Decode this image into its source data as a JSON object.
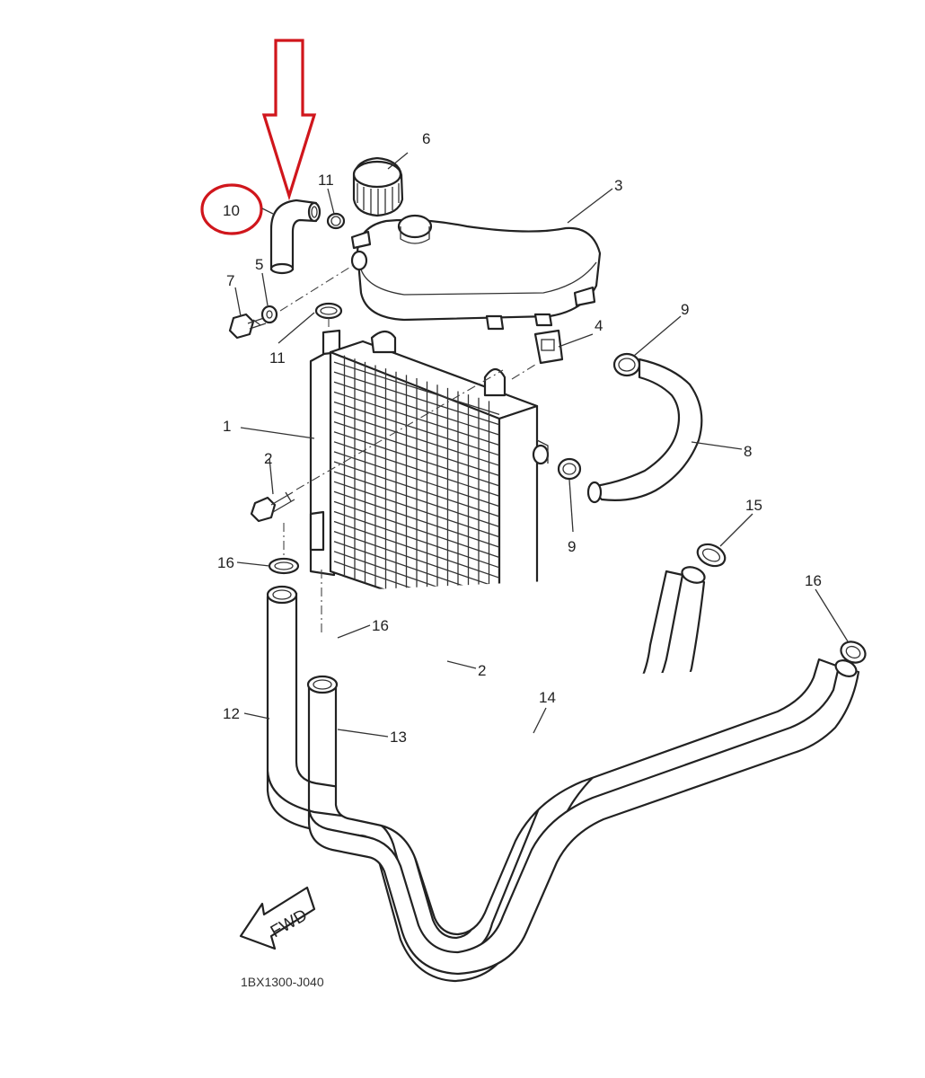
{
  "diagram_code": "1BX1300-J040",
  "direction_label": "FWD",
  "highlighted_callout": "10",
  "highlight_color": "#d0161c",
  "callouts": {
    "c1": "1",
    "c2a": "2",
    "c2b": "2",
    "c3": "3",
    "c4": "4",
    "c5": "5",
    "c6": "6",
    "c7": "7",
    "c8": "8",
    "c9a": "9",
    "c9b": "9",
    "c10": "10",
    "c11a": "11",
    "c11b": "11",
    "c12": "12",
    "c13": "13",
    "c14": "14",
    "c15": "15",
    "c16a": "16",
    "c16b": "16",
    "c16c": "16"
  }
}
